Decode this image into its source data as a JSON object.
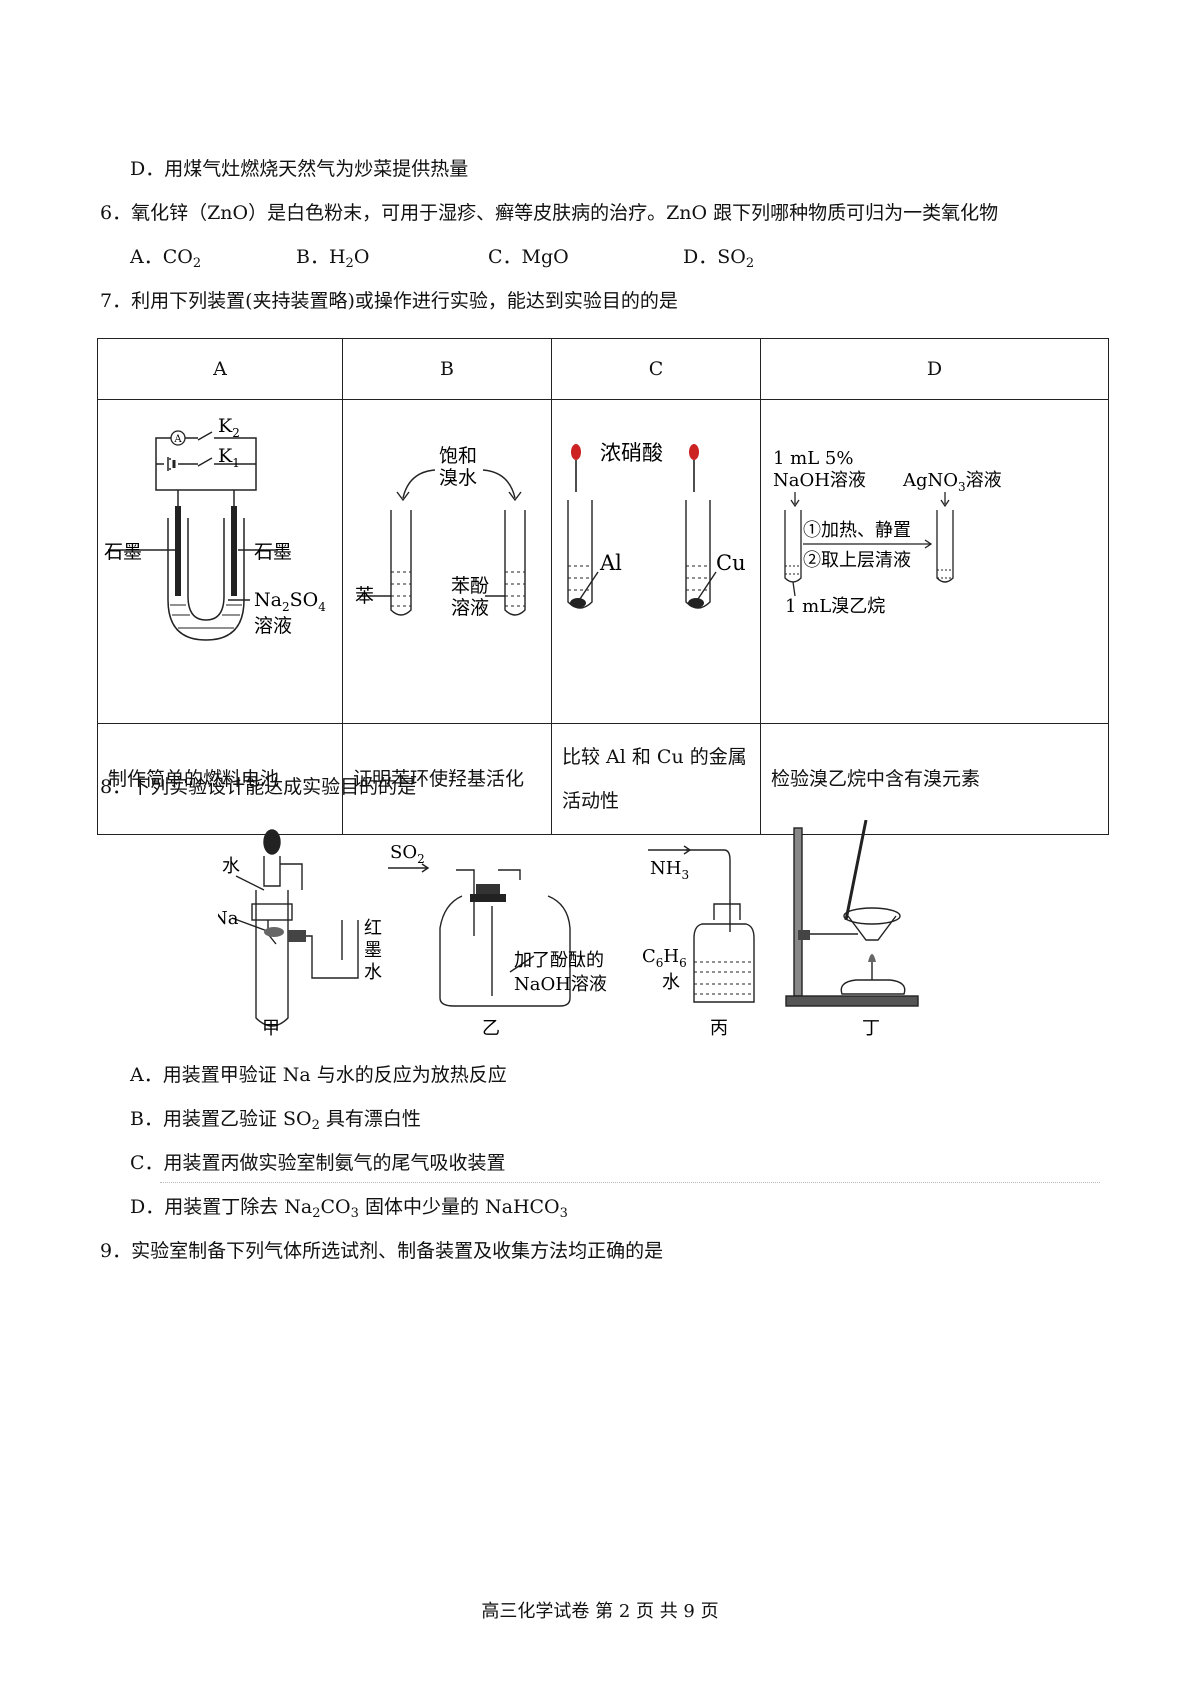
{
  "q5": {
    "option_d": "D．用煤气灶燃烧天然气为炒菜提供热量"
  },
  "q6": {
    "stem": "6．氧化锌（ZnO）是白色粉末，可用于湿疹、癣等皮肤病的治疗。ZnO 跟下列哪种物质可归为一类氧化物",
    "opt_a": "A．CO",
    "opt_a_sub": "2",
    "opt_b": "B．H",
    "opt_b_sub": "2",
    "opt_b_tail": "O",
    "opt_c": "C．MgO",
    "opt_d": "D．SO",
    "opt_d_sub": "2"
  },
  "q7": {
    "stem": "7．利用下列装置(夹持装置略)或操作进行实验，能达到实验目的的是",
    "headers": [
      "A",
      "B",
      "C",
      "D"
    ],
    "captions": [
      "制作简单的燃料电池",
      "证明苯环使羟基活化",
      "比较 Al 和 Cu 的金属活动性",
      "检验溴乙烷中含有溴元素"
    ],
    "fig_a": {
      "k": "K",
      "k2": "2",
      "k1": "1",
      "ammeter": "A",
      "graphite": "石墨",
      "salt": "Na",
      "salt_sub": "2",
      "salt_tail": "SO",
      "salt_sub2": "4",
      "solution": "溶液"
    },
    "fig_b": {
      "reagent_1": "饱和",
      "reagent_2": "溴水",
      "left": "苯",
      "right_1": "苯酚",
      "right_2": "溶液"
    },
    "fig_c": {
      "acid": "浓硝酸",
      "left": "Al",
      "right": "Cu"
    },
    "fig_d": {
      "top_1": "1 mL  5%",
      "top_2": "NaOH溶液",
      "silver": "AgNO",
      "silver_sub": "3",
      "silver_tail": "溶液",
      "step_1": "①加热、静置",
      "step_2": "②取上层清液",
      "bottom": "1 mL溴乙烷"
    }
  },
  "q8": {
    "stem": "8．下列实验设计能达成实验目的的是",
    "fig": {
      "water": "水",
      "na": "Na",
      "red_1": "红",
      "red_2": "墨",
      "red_3": "水",
      "so2": "SO",
      "so2_sub": "2",
      "phenol_1": "加了酚酞的",
      "phenol_2": "NaOH溶液",
      "nh3": "NH",
      "nh3_sub": "3",
      "c6h6": "C",
      "c6h6_sub1": "6",
      "c6h6_mid": "H",
      "c6h6_sub2": "6",
      "water2": "水"
    },
    "labels": [
      "甲",
      "乙",
      "丙",
      "丁"
    ],
    "opt_a": "A．用装置甲验证 Na 与水的反应为放热反应",
    "opt_b_pre": "B．用装置乙验证 SO",
    "opt_b_sub": "2",
    "opt_b_tail": " 具有漂白性",
    "opt_c": "C．用装置丙做实验室制氨气的尾气吸收装置",
    "opt_d_pre": "D．用装置丁除去 Na",
    "opt_d_sub1": "2",
    "opt_d_mid": "CO",
    "opt_d_sub2": "3",
    "opt_d_tail": " 固体中少量的 NaHCO",
    "opt_d_sub3": "3"
  },
  "q9": {
    "stem": "9．实验室制备下列气体所选试剂、制备装置及收集方法均正确的是"
  },
  "footer": "高三化学试卷    第 2 页    共 9 页"
}
